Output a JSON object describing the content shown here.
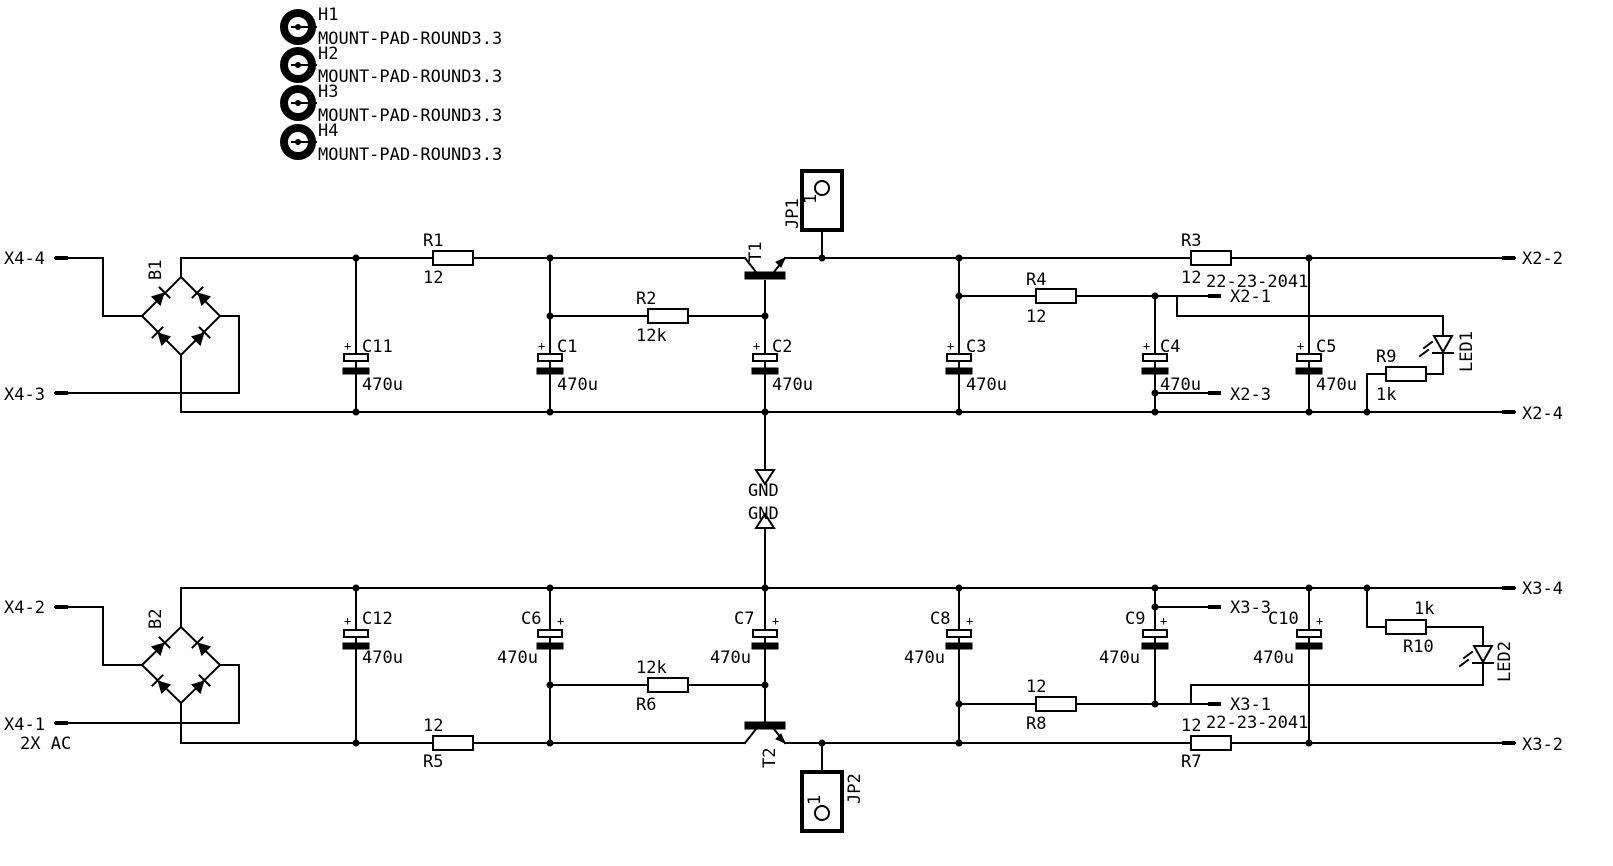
{
  "mount_pads": [
    {
      "ref": "H1",
      "value": "MOUNT-PAD-ROUND3.3"
    },
    {
      "ref": "H2",
      "value": "MOUNT-PAD-ROUND3.3"
    },
    {
      "ref": "H3",
      "value": "MOUNT-PAD-ROUND3.3"
    },
    {
      "ref": "H4",
      "value": "MOUNT-PAD-ROUND3.3"
    }
  ],
  "bridges": {
    "b1": "B1",
    "b2": "B2"
  },
  "transistors": {
    "t1": "T1",
    "t2": "T2"
  },
  "jumpers": {
    "jp1": "JP1",
    "jp2": "JP2",
    "pin": "1"
  },
  "ground": {
    "upper": "GND",
    "lower": "GND"
  },
  "resistors": [
    {
      "ref": "R1",
      "value": "12"
    },
    {
      "ref": "R2",
      "value": "12k"
    },
    {
      "ref": "R3",
      "value": "12"
    },
    {
      "ref": "R4",
      "value": "12"
    },
    {
      "ref": "R5",
      "value": "12"
    },
    {
      "ref": "R6",
      "value": "12k"
    },
    {
      "ref": "R7",
      "value": "12"
    },
    {
      "ref": "R8",
      "value": "12"
    },
    {
      "ref": "R9",
      "value": "1k"
    },
    {
      "ref": "R10",
      "value": "1k"
    }
  ],
  "capacitors": [
    {
      "ref": "C1",
      "value": "470u"
    },
    {
      "ref": "C2",
      "value": "470u"
    },
    {
      "ref": "C3",
      "value": "470u"
    },
    {
      "ref": "C4",
      "value": "470u"
    },
    {
      "ref": "C5",
      "value": "470u"
    },
    {
      "ref": "C6",
      "value": "470u"
    },
    {
      "ref": "C7",
      "value": "470u"
    },
    {
      "ref": "C8",
      "value": "470u"
    },
    {
      "ref": "C9",
      "value": "470u"
    },
    {
      "ref": "C10",
      "value": "470u"
    },
    {
      "ref": "C11",
      "value": "470u"
    },
    {
      "ref": "C12",
      "value": "470u"
    }
  ],
  "leds": {
    "led1": "LED1",
    "led2": "LED2"
  },
  "connectors": {
    "x4_4": "X4-4",
    "x4_3": "X4-3",
    "x4_2": "X4-2",
    "x4_1": "X4-1",
    "x4_value": "2X AC",
    "x2_1": "X2-1",
    "x2_2": "X2-2",
    "x2_3": "X2-3",
    "x2_4": "X2-4",
    "x2_value": "22-23-2041",
    "x3_1": "X3-1",
    "x3_2": "X3-2",
    "x3_3": "X3-3",
    "x3_4": "X3-4",
    "x3_value": "22-23-2041"
  },
  "plus": "+"
}
